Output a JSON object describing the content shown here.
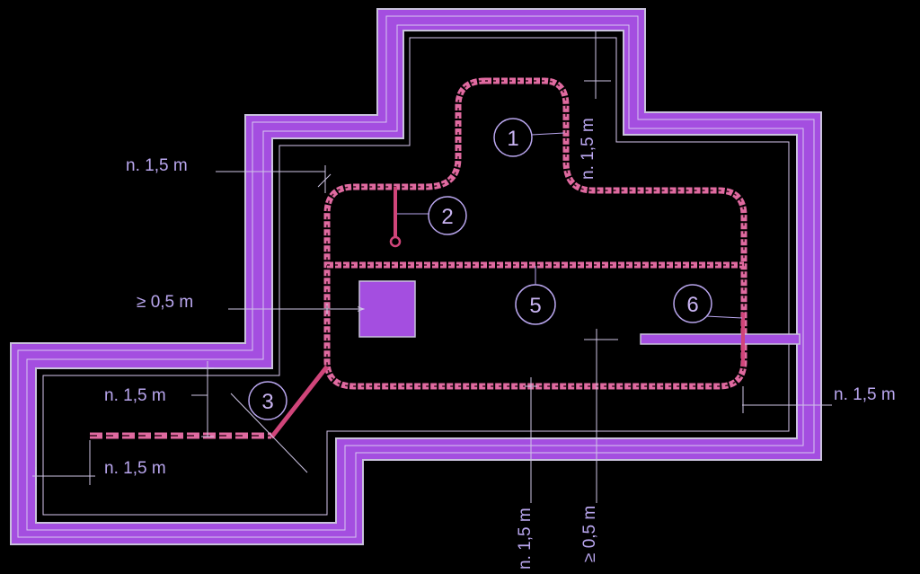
{
  "colors": {
    "background": "#000000",
    "wall_fill": "#a44ee0",
    "wall_line": "#c9c2dc",
    "route": "#d0457a",
    "dimension": "#cfc6e6",
    "label": "#b9a6ee"
  },
  "dimensions": {
    "top_right_vertical": "n. 1,5 m",
    "left_top": "n. 1,5 m",
    "left_mid": "≥ 0,5 m",
    "lower_left_vertical": "n. 1,5 m",
    "bottom_left": "n. 1,5 m",
    "right": "n. 1,5 m",
    "bottom_a": "n. 1,5 m",
    "bottom_b": "≥ 0,5 m"
  },
  "markers": [
    "1",
    "2",
    "3",
    "5",
    "6"
  ]
}
